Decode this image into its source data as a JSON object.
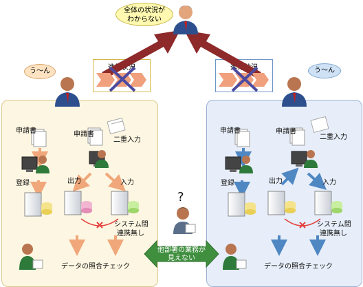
{
  "top": {
    "bubble_line1": "全体の状況が",
    "bubble_line2": "わからない"
  },
  "left": {
    "bubble": "う～ん",
    "progress_label": "進行状況",
    "application_form_1": "申請書",
    "application_form_2": "申請書",
    "double_entry": "二重入力",
    "register": "登録",
    "output": "出力",
    "input": "入力",
    "no_link_line1": "システム間",
    "no_link_line2": "連携無し",
    "data_check": "データの照合チェック"
  },
  "right": {
    "bubble": "う～ん",
    "progress_label": "進行状況",
    "application_form_1": "申請書",
    "application_form_2": "申請書",
    "double_entry": "二重入力",
    "register": "登録",
    "output": "出力",
    "input": "入力",
    "no_link_line1": "システム間",
    "no_link_line2": "連携無し",
    "data_check": "データの照合チェック"
  },
  "center": {
    "question": "?",
    "banner_line1": "他部署の業務が",
    "banner_line2": "見えない"
  },
  "colors": {
    "left_panel": "#fdf6e2",
    "right_panel": "#e7eef9",
    "orange_arrow": "#f0a77a",
    "blue_arrow": "#4f87c2",
    "dark_red_arrow": "#8e2a2a",
    "green_banner": "#3f8f3f",
    "red_x": "#e4403d"
  }
}
